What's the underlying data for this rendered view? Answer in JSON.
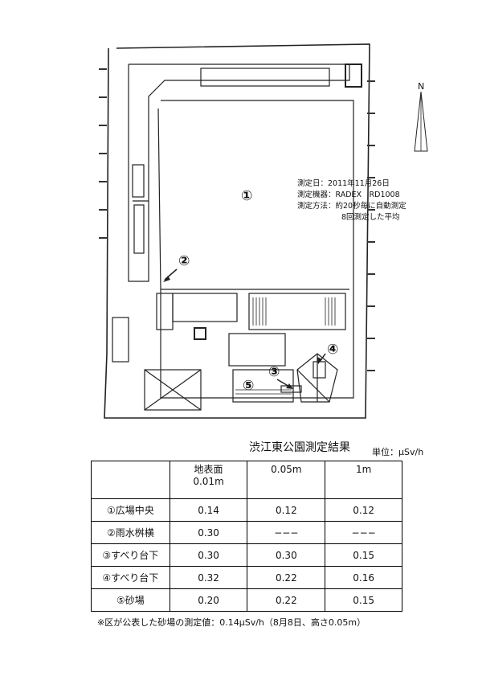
{
  "map": {
    "labels": {
      "p1": "①",
      "p2": "②",
      "p3": "③",
      "p4": "④",
      "p5": "⑤"
    },
    "north": "N",
    "measurement_info": {
      "date": "測定日：2011年11月26日",
      "device": "測定機器：RADEX　RD1008",
      "method": "測定方法：約20秒毎に自動測定",
      "method2": "8回測定した平均"
    }
  },
  "results": {
    "title": "渋江東公園測定結果",
    "unit": "単位：μSv/h",
    "columns": [
      {
        "line1": "地表面",
        "line2": "0.01m"
      },
      {
        "line1": "0.05m",
        "line2": ""
      },
      {
        "line1": "1m",
        "line2": ""
      }
    ],
    "rows": [
      {
        "location": "①広場中央",
        "values": [
          "0.14",
          "0.12",
          "0.12"
        ]
      },
      {
        "location": "②雨水桝横",
        "values": [
          "0.30",
          "−−−",
          "−−−"
        ]
      },
      {
        "location": "③すべり台下",
        "values": [
          "0.30",
          "0.30",
          "0.15"
        ]
      },
      {
        "location": "④すべり台下",
        "values": [
          "0.32",
          "0.22",
          "0.16"
        ]
      },
      {
        "location": "⑤砂場",
        "values": [
          "0.20",
          "0.22",
          "0.15"
        ]
      }
    ]
  },
  "footnote": "※区が公表した砂場の測定値：0.14μSv/h（8月8日、高さ0.05m）"
}
